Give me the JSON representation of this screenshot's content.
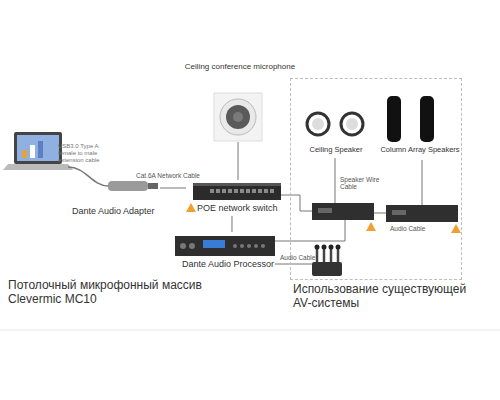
{
  "diagram": {
    "nodes": [
      {
        "text": [
          "Ceiling conference microphone"
        ]
      },
      {
        "text": [
          "Dante Audio Adapter"
        ]
      },
      {
        "text": [
          "POE network switch"
        ]
      },
      {
        "text": [
          "Использование существующей AV-системы"
        ]
      },
      {
        "text": [
          "Ceiling Speaker"
        ],
        "in": 3
      },
      {
        "text": [
          "Column Array Speakers"
        ],
        "in": 3
      },
      {
        "text": [
          "Dante Audio Processor"
        ]
      }
    ],
    "edges": [
      {
        "from": 0,
        "to": 2,
        "arrow": "none"
      },
      {
        "from": 1,
        "to": 2,
        "label": "Cat.6A Network Cable",
        "arrow": "none"
      },
      {
        "from": 2,
        "to": 6,
        "arrow": "none"
      }
    ],
    "labels": [
      "USB3.0 Type A female to male extension cable",
      "Speaker Wire Cable",
      "Audio Cable",
      "Audio Cable",
      "Потолочный микрофонный массив Clevermic MC10"
    ]
  }
}
